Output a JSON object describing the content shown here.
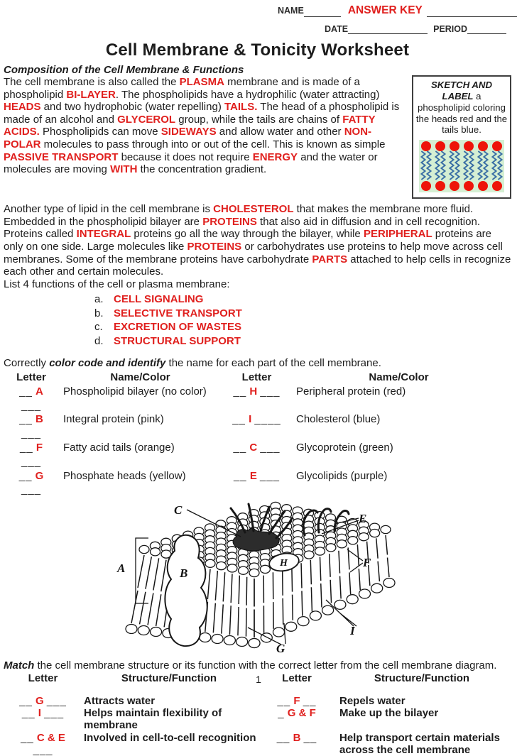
{
  "colors": {
    "answer_red": "#e0201e"
  },
  "header": {
    "name_label": "NAME",
    "answer_key": "ANSWER KEY",
    "date_label": "DATE",
    "period_label": "PERIOD",
    "title": "Cell Membrane & Tonicity Worksheet"
  },
  "composition": {
    "heading": "Composition of the Cell Membrane & Functions",
    "paragraph1": [
      {
        "t": "The cell membrane is also called the ",
        "s": ""
      },
      {
        "t": "PLASMA",
        "s": "r"
      },
      {
        "t": " membrane and is made of a phospholipid ",
        "s": ""
      },
      {
        "t": "BI-LAYER",
        "s": "r"
      },
      {
        "t": ".  The phospholipids have a hydrophilic (water attracting) ",
        "s": ""
      },
      {
        "t": "HEADS",
        "s": "r"
      },
      {
        "t": " and two hydrophobic (water repelling) ",
        "s": ""
      },
      {
        "t": "TAILS.",
        "s": "r"
      },
      {
        "t": " The head of a phospholipid is made of an alcohol and ",
        "s": ""
      },
      {
        "t": "GLYCEROL",
        "s": "r"
      },
      {
        "t": " group, while the tails are chains of ",
        "s": ""
      },
      {
        "t": "FATTY ACIDS.",
        "s": "r"
      },
      {
        "t": "  Phospholipids can move ",
        "s": ""
      },
      {
        "t": "SIDEWAYS",
        "s": "r"
      },
      {
        "t": " and allow water and other ",
        "s": ""
      },
      {
        "t": "NON-POLAR",
        "s": "r"
      },
      {
        "t": " molecules to pass through into or out of the cell.  This is known as simple ",
        "s": ""
      },
      {
        "t": "PASSIVE TRANSPORT",
        "s": "r"
      },
      {
        "t": " because it does not require ",
        "s": ""
      },
      {
        "t": "ENERGY",
        "s": "r"
      },
      {
        "t": " and the water or molecules are moving ",
        "s": ""
      },
      {
        "t": "WITH",
        "s": "r"
      },
      {
        "t": " the concentration gradient.",
        "s": ""
      }
    ],
    "paragraph2": [
      {
        "t": "Another type of lipid in the cell membrane is ",
        "s": ""
      },
      {
        "t": "CHOLESTEROL",
        "s": "r"
      },
      {
        "t": " that makes the membrane more fluid. Embedded in the phospholipid bilayer are ",
        "s": ""
      },
      {
        "t": "PROTEINS",
        "s": "r"
      },
      {
        "t": " that also aid in diffusion and in cell recognition. Proteins called ",
        "s": ""
      },
      {
        "t": "INTEGRAL",
        "s": "r"
      },
      {
        "t": " proteins go all the way through the bilayer, while ",
        "s": ""
      },
      {
        "t": "PERIPHERAL",
        "s": "r"
      },
      {
        "t": " proteins are only on one side.  Large molecules like ",
        "s": ""
      },
      {
        "t": "PROTEINS",
        "s": "r"
      },
      {
        "t": " or carbohydrates use proteins to help move across cell membranes.  Some of the membrane proteins have carbohydrate ",
        "s": ""
      },
      {
        "t": "PARTS",
        "s": "r"
      },
      {
        "t": " attached to help cells in recognize each other and certain molecules.",
        "s": ""
      }
    ],
    "list_intro": "List 4 functions of the cell or plasma membrane:",
    "functions": [
      {
        "marker": "a.",
        "text": "CELL SIGNALING"
      },
      {
        "marker": "b.",
        "text": "SELECTIVE TRANSPORT"
      },
      {
        "marker": "c.",
        "text": "EXCRETION OF WASTES"
      },
      {
        "marker": "d.",
        "text": "STRUCTURAL SUPPORT"
      }
    ]
  },
  "sketch_box": {
    "title_segments": [
      {
        "t": "SKETCH AND LABEL",
        "s": "bi"
      },
      {
        "t": " a phospholipid coloring the heads red and the tails blue.",
        "s": ""
      }
    ],
    "head_color": "#ee1409",
    "tail_color": "#3a6ea5",
    "background": "#d5efd3"
  },
  "color_code": {
    "intro": [
      {
        "t": "Correctly ",
        "s": ""
      },
      {
        "t": "color code and identify",
        "s": "bi"
      },
      {
        "t": " the name for each part of the cell membrane.",
        "s": ""
      }
    ],
    "headers": {
      "letter": "Letter",
      "name": "Name/Color"
    },
    "rows": [
      {
        "l_pre": "__",
        "l_letter": "A",
        "l_post": "___",
        "l_name": "Phospholipid bilayer (no color)",
        "r_pre": "__",
        "r_letter": "H",
        "r_post": "___",
        "r_name": "Peripheral protein (red)"
      },
      {
        "l_pre": "__",
        "l_letter": "B",
        "l_post": "___",
        "l_name": "Integral protein (pink)",
        "r_pre": "__",
        "r_letter": "I",
        "r_post": "____",
        "r_name": "Cholesterol (blue)"
      },
      {
        "l_pre": "__",
        "l_letter": "F",
        "l_post": "___",
        "l_name": "Fatty acid tails (orange)",
        "r_pre": "__",
        "r_letter": "C",
        "r_post": "___",
        "r_name": "Glycoprotein (green)"
      },
      {
        "l_pre": "__",
        "l_letter": "G",
        "l_post": "___",
        "l_name": "Phosphate heads (yellow)",
        "r_pre": "__",
        "r_letter": "E",
        "r_post": "___",
        "r_name": "Glycolipids (purple)"
      }
    ]
  },
  "diagram": {
    "labels": {
      "A": "A",
      "B": "B",
      "C": "C",
      "E": "E",
      "F": "F",
      "G": "G",
      "H": "H",
      "I": "I"
    }
  },
  "match": {
    "intro": [
      {
        "t": "Match",
        "s": "bi"
      },
      {
        "t": " the cell membrane structure or its function with the correct letter from the cell membrane diagram.",
        "s": ""
      }
    ],
    "headers": {
      "letter": "Letter",
      "sf": "Structure/Function"
    },
    "rows": [
      {
        "l_pre": "__",
        "l_letter": "G",
        "l_post": "___",
        "l_text": "Attracts water",
        "r_pre": "__",
        "r_letter": "F",
        "r_post": "__",
        "r_text": "Repels water"
      },
      {
        "l_pre": "__",
        "l_letter": "I",
        "l_post": "___",
        "l_text": "Helps maintain flexibility of membrane",
        "r_pre": "_",
        "r_letter": "G & F",
        "r_post": "",
        "r_text": "Make up the bilayer"
      },
      {
        "l_pre": "__",
        "l_letter": "C & E",
        "l_post": "___",
        "l_text": "Involved in cell-to-cell recognition",
        "r_pre": "__",
        "r_letter": "B",
        "r_post": "__",
        "r_text": "Help transport certain materials across the cell membrane"
      }
    ]
  },
  "page": {
    "number": "1"
  }
}
